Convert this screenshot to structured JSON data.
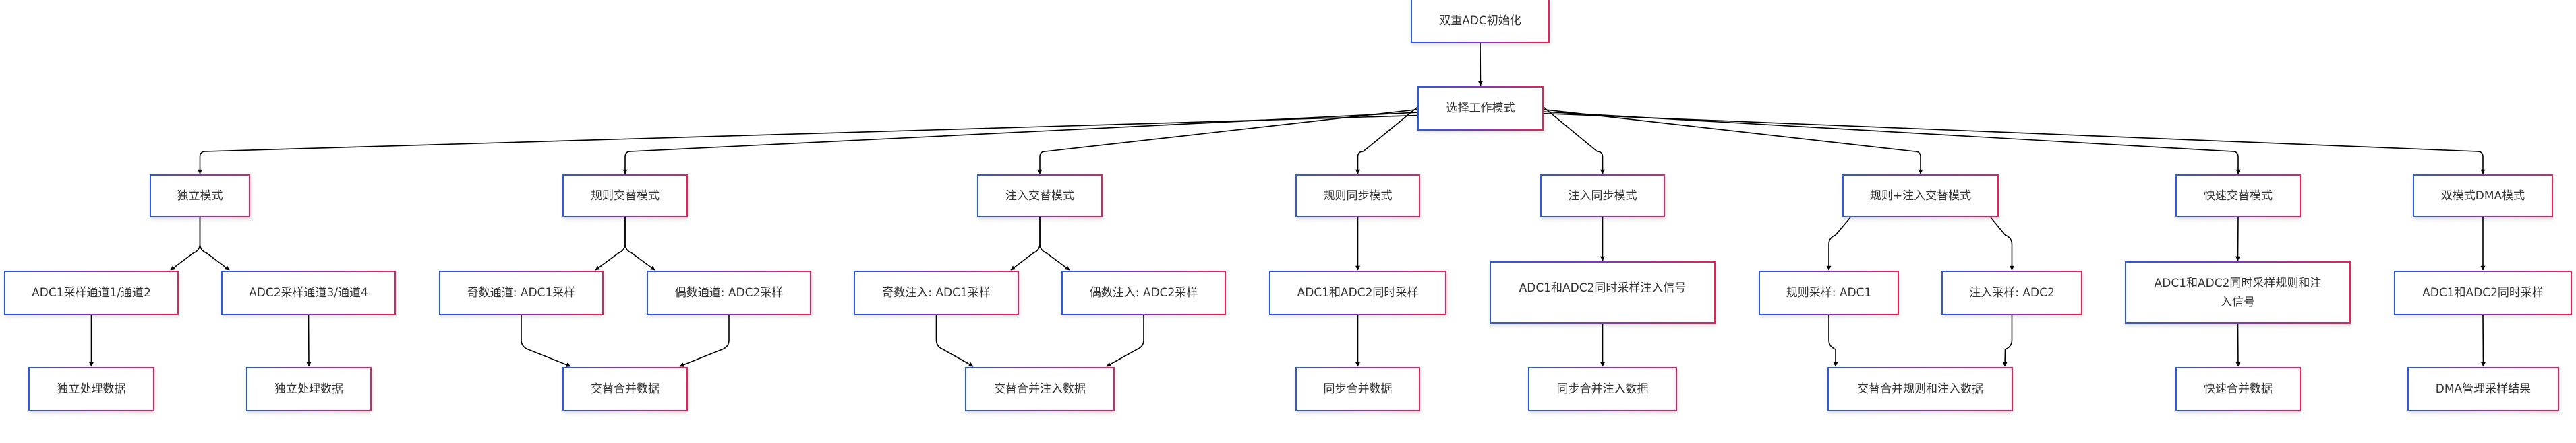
{
  "diagram": {
    "colors": {
      "border_start": "#2a5ae6",
      "border_end": "#e8205a",
      "edge": "#000000",
      "text": "#333333"
    },
    "nodes": [
      {
        "id": "init",
        "label": "双重ADC初始化"
      },
      {
        "id": "select",
        "label": "选择工作模式"
      },
      {
        "id": "m1",
        "label": "独立模式"
      },
      {
        "id": "m2",
        "label": "规则交替模式"
      },
      {
        "id": "m3",
        "label": "注入交替模式"
      },
      {
        "id": "m4",
        "label": "规则同步模式"
      },
      {
        "id": "m5",
        "label": "注入同步模式"
      },
      {
        "id": "m6",
        "label": "规则+注入交替模式"
      },
      {
        "id": "m7",
        "label": "快速交替模式"
      },
      {
        "id": "m8",
        "label": "双模式DMA模式"
      },
      {
        "id": "m1a",
        "label": "ADC1采样通道1/通道2"
      },
      {
        "id": "m1b",
        "label": "ADC2采样通道3/通道4"
      },
      {
        "id": "m2a",
        "label": "奇数通道: ADC1采样"
      },
      {
        "id": "m2b",
        "label": "偶数通道: ADC2采样"
      },
      {
        "id": "m3a",
        "label": "奇数注入: ADC1采样"
      },
      {
        "id": "m3b",
        "label": "偶数注入: ADC2采样"
      },
      {
        "id": "m4a",
        "label": "ADC1和ADC2同时采样"
      },
      {
        "id": "m5a",
        "label": "ADC1和ADC2同时采样注入信号"
      },
      {
        "id": "m6a",
        "label": "规则采样: ADC1"
      },
      {
        "id": "m6b",
        "label": "注入采样: ADC2"
      },
      {
        "id": "m7a",
        "label": "ADC1和ADC2同时采样规则和注入信号"
      },
      {
        "id": "m8a",
        "label": "ADC1和ADC2同时采样"
      },
      {
        "id": "m1r1",
        "label": "独立处理数据"
      },
      {
        "id": "m1r2",
        "label": "独立处理数据"
      },
      {
        "id": "m2r",
        "label": "交替合并数据"
      },
      {
        "id": "m3r",
        "label": "交替合并注入数据"
      },
      {
        "id": "m4r",
        "label": "同步合并数据"
      },
      {
        "id": "m5r",
        "label": "同步合并注入数据"
      },
      {
        "id": "m6r",
        "label": "交替合并规则和注入数据"
      },
      {
        "id": "m7r",
        "label": "快速合并数据"
      },
      {
        "id": "m8r",
        "label": "DMA管理采样结果"
      }
    ],
    "edges": [
      [
        "init",
        "select"
      ],
      [
        "select",
        "m1"
      ],
      [
        "select",
        "m2"
      ],
      [
        "select",
        "m3"
      ],
      [
        "select",
        "m4"
      ],
      [
        "select",
        "m5"
      ],
      [
        "select",
        "m6"
      ],
      [
        "select",
        "m7"
      ],
      [
        "select",
        "m8"
      ],
      [
        "m1",
        "m1a"
      ],
      [
        "m1",
        "m1b"
      ],
      [
        "m1a",
        "m1r1"
      ],
      [
        "m1b",
        "m1r2"
      ],
      [
        "m2",
        "m2a"
      ],
      [
        "m2",
        "m2b"
      ],
      [
        "m2a",
        "m2r"
      ],
      [
        "m2b",
        "m2r"
      ],
      [
        "m3",
        "m3a"
      ],
      [
        "m3",
        "m3b"
      ],
      [
        "m3a",
        "m3r"
      ],
      [
        "m3b",
        "m3r"
      ],
      [
        "m4",
        "m4a"
      ],
      [
        "m4a",
        "m4r"
      ],
      [
        "m5",
        "m5a"
      ],
      [
        "m5a",
        "m5r"
      ],
      [
        "m6",
        "m6a"
      ],
      [
        "m6",
        "m6b"
      ],
      [
        "m6a",
        "m6r"
      ],
      [
        "m6b",
        "m6r"
      ],
      [
        "m7",
        "m7a"
      ],
      [
        "m7a",
        "m7r"
      ],
      [
        "m8",
        "m8a"
      ],
      [
        "m8a",
        "m8r"
      ]
    ]
  }
}
